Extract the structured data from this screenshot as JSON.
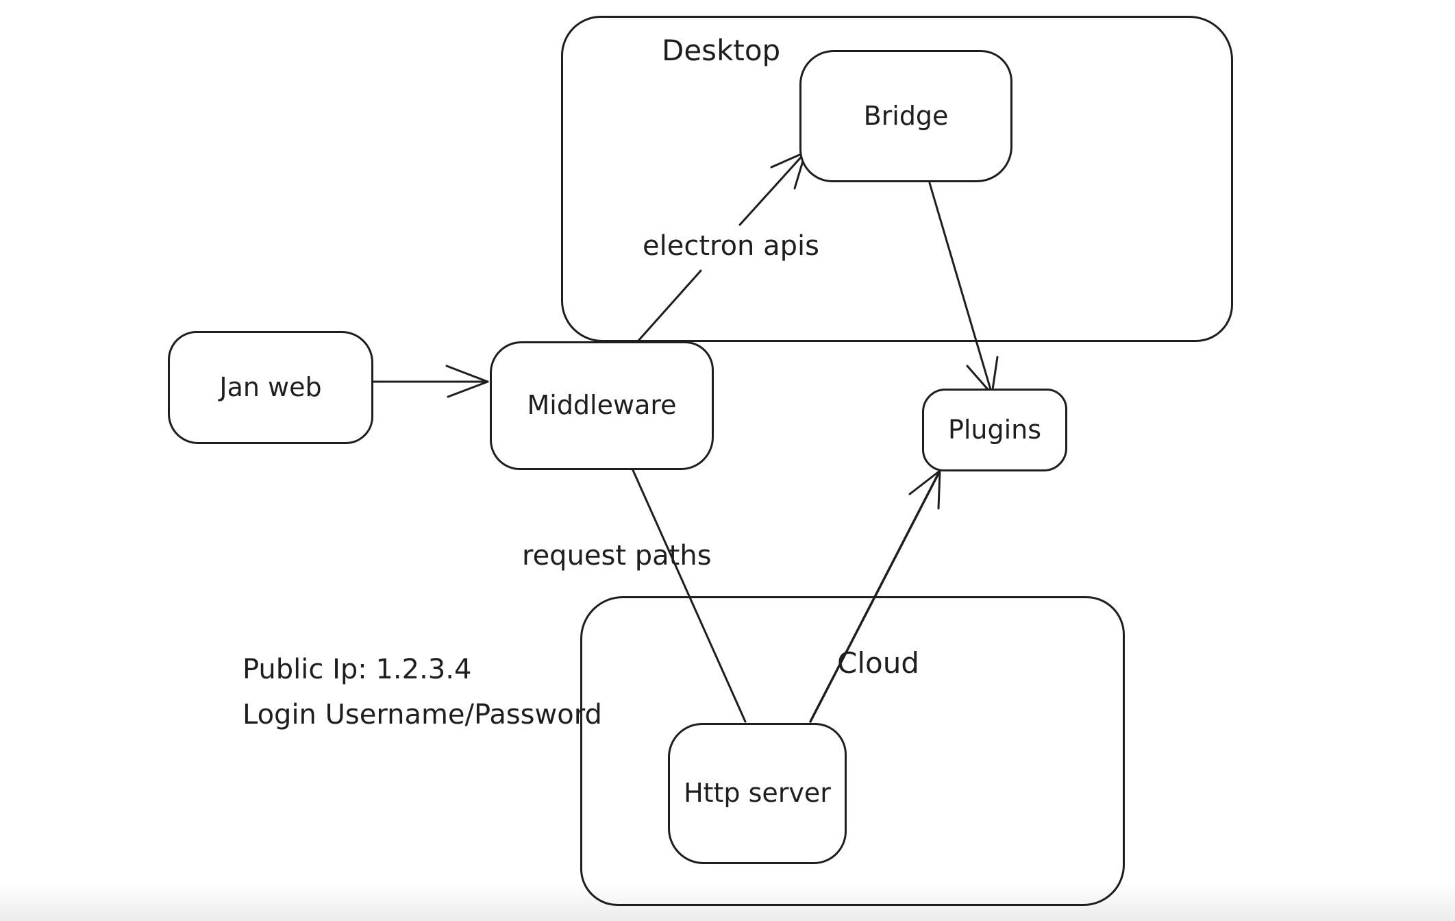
{
  "diagram": {
    "background_color": "#ffffff",
    "stroke_color": "#1e1e1e",
    "containers": [
      {
        "id": "desktop",
        "label": "Desktop"
      },
      {
        "id": "cloud",
        "label": "Cloud"
      }
    ],
    "nodes": [
      {
        "id": "jan-web",
        "label": "Jan web"
      },
      {
        "id": "middleware",
        "label": "Middleware"
      },
      {
        "id": "bridge",
        "label": "Bridge"
      },
      {
        "id": "plugins",
        "label": "Plugins"
      },
      {
        "id": "http-server",
        "label": "Http server"
      }
    ],
    "edges": [
      {
        "id": "janweb-to-middleware",
        "from": "Jan web",
        "to": "Middleware",
        "label": "",
        "arrowhead": "open"
      },
      {
        "id": "middleware-to-bridge",
        "from": "Middleware",
        "to": "Bridge",
        "label": "electron apis",
        "arrowhead": "open"
      },
      {
        "id": "bridge-to-plugins",
        "from": "Bridge",
        "to": "Plugins",
        "label": "",
        "arrowhead": "open"
      },
      {
        "id": "middleware-to-httpserver",
        "from": "Middleware",
        "to": "Http server",
        "label": "request paths",
        "arrowhead": "none"
      },
      {
        "id": "httpserver-to-plugins",
        "from": "Http server",
        "to": "Plugins",
        "label": "",
        "arrowhead": "open"
      }
    ],
    "annotations": [
      {
        "id": "public-ip",
        "text": "Public Ip: 1.2.3.4"
      },
      {
        "id": "login",
        "text": "Login Username/Password"
      }
    ]
  }
}
